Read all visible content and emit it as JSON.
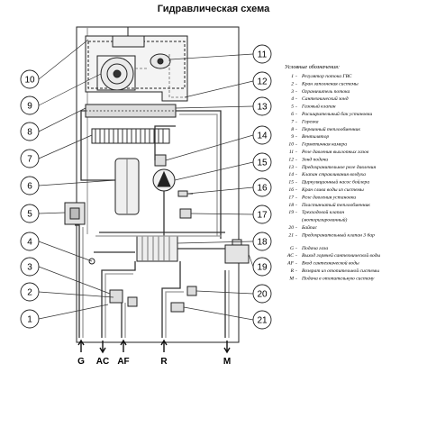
{
  "title": "Гидравлическая схема",
  "legend": {
    "heading": "Условные обозначения:",
    "items": [
      {
        "num": "1",
        "text": "Регулятор потока ГВС"
      },
      {
        "num": "2",
        "text": "Кран заполнения системы"
      },
      {
        "num": "3",
        "text": "Ограничитель потока"
      },
      {
        "num": "4",
        "text": "Сантехнический зонд"
      },
      {
        "num": "5",
        "text": "Газовый клапан"
      },
      {
        "num": "6",
        "text": "Расширительный бак установки"
      },
      {
        "num": "7",
        "text": "Горелка"
      },
      {
        "num": "8",
        "text": "Первичный теплообменник"
      },
      {
        "num": "9",
        "text": "Вентилятор"
      },
      {
        "num": "10",
        "text": "Герметичная камера"
      },
      {
        "num": "11",
        "text": "Реле давления выхлопных газов"
      },
      {
        "num": "12",
        "text": "Зонд подачи"
      },
      {
        "num": "13",
        "text": "Предохранительное реле давления"
      },
      {
        "num": "14",
        "text": "Клапан стравливания воздуха"
      },
      {
        "num": "15",
        "text": "Циркуляционный насос бойлера"
      },
      {
        "num": "16",
        "text": "Кран слива воды из системы"
      },
      {
        "num": "17",
        "text": "Реле давления установки"
      },
      {
        "num": "18",
        "text": "Пластинчатый теплообменник"
      },
      {
        "num": "19",
        "text": "Трехходовой клапан"
      },
      {
        "num": "",
        "text": "(моторизированный)"
      },
      {
        "num": "20",
        "text": "Байпас"
      },
      {
        "num": "21",
        "text": "Предохранительный клапан 3 бар"
      }
    ],
    "ports": [
      {
        "code": "G",
        "text": "Подача газа"
      },
      {
        "code": "AC",
        "text": "Выход горячей сантехнической воды"
      },
      {
        "code": "AF",
        "text": "Вход сантехнической воды"
      },
      {
        "code": "R",
        "text": "Возврат из отопительной системы"
      },
      {
        "code": "M",
        "text": "Подача в отопительную систему"
      }
    ]
  },
  "callouts_left": [
    "10",
    "9",
    "8",
    "7",
    "6",
    "5",
    "4",
    "3",
    "2",
    "1"
  ],
  "callouts_right": [
    "11",
    "12",
    "13",
    "14",
    "15",
    "16",
    "17",
    "18",
    "19",
    "20",
    "21"
  ],
  "bottom_ports": [
    "G",
    "AC",
    "AF",
    "R",
    "M"
  ]
}
